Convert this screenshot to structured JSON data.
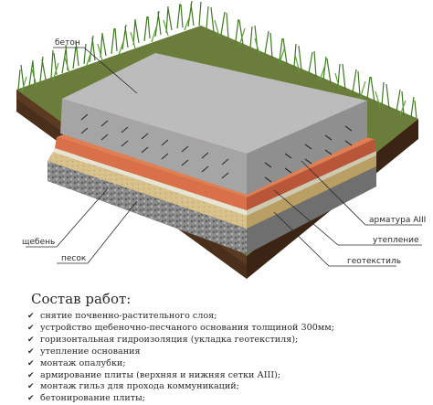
{
  "diagram": {
    "labels": {
      "concrete": "бетон",
      "rebar": "арматура АIII",
      "insulation": "утепление",
      "gravel": "щебень",
      "sand": "песок",
      "geotextile": "геотекстиль"
    }
  },
  "works": {
    "title": "Состав работ:",
    "items": [
      "снятие почвенно-растительного слоя;",
      "устройство щебеночно-песчаного основания толщиной 300мм;",
      "горизонтальная гидроизоляция (укладка геотекстиля);",
      "утепление основания",
      "монтаж опалубки;",
      "армирование плиты (верхняя и нижняя сетки АIII);",
      "монтаж гильз для прохода коммуникаций;",
      "бетонирование плиты;"
    ],
    "check_glyph": "✔"
  }
}
